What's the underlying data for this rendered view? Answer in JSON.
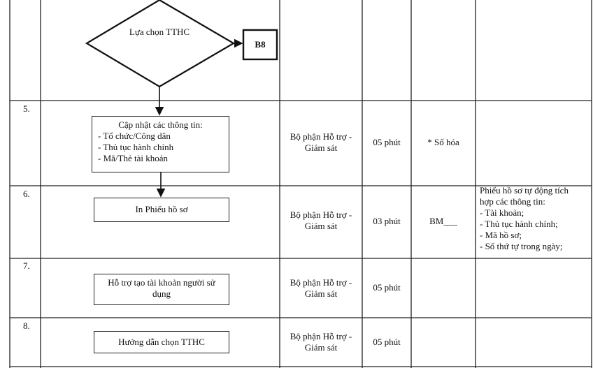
{
  "rows": [
    {
      "step_no": "",
      "flow": {
        "decision": "Lựa chọn TTHC",
        "connector": "B8"
      }
    },
    {
      "step_no": "5.",
      "flow": {
        "box_title": "Cập nhật các thông tin:",
        "box_items": [
          "- Tổ chức/Công dân",
          "- Thủ tục hành chính",
          "- Mã/Thẻ tài khoản"
        ]
      },
      "responsible": "Bộ phận Hỗ trợ - Giám sát",
      "time": "05 phút",
      "form": "* Số hóa",
      "note": ""
    },
    {
      "step_no": "6.",
      "flow": {
        "box_title": "In Phiếu hồ sơ"
      },
      "responsible": "Bộ phận Hỗ trợ - Giám sát",
      "time": "03 phút",
      "form": "BM___",
      "note_lines": [
        "Phiếu hồ sơ tự động tích",
        "hợp các thông tin:",
        "- Tài khoản;",
        "- Thủ tục hành chính;",
        "- Mã hồ sơ;",
        "- Số thứ tự trong ngày;"
      ]
    },
    {
      "step_no": "7.",
      "flow": {
        "box_title": "Hỗ trợ tạo tài khoản người sử dụng"
      },
      "responsible": "Bộ phận Hỗ trợ - Giám sát",
      "time": "05 phút",
      "form": "",
      "note": ""
    },
    {
      "step_no": "8.",
      "flow": {
        "box_title": "Hướng dẫn chọn TTHC"
      },
      "responsible": "Bộ phận Hỗ trợ - Giám sát",
      "time": "05 phút",
      "form": "",
      "note": ""
    }
  ]
}
